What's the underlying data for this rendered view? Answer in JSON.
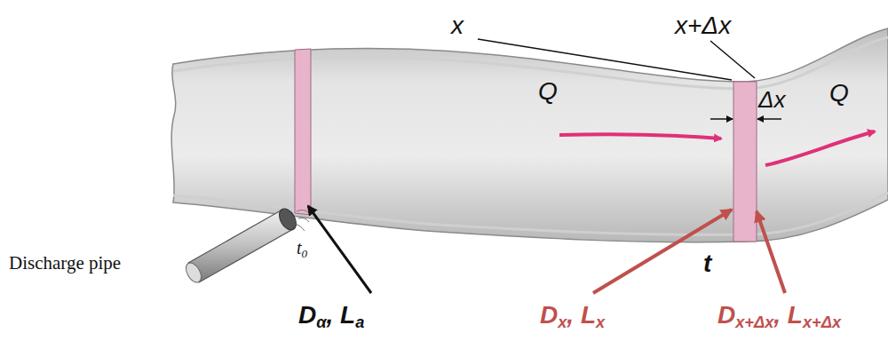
{
  "diagram": {
    "labels": [
      "x",
      "x+Δx",
      "Δx",
      "Q",
      "Q",
      "Discharge pipe",
      "t0",
      "t",
      "Dα, La",
      "Dx, Lx",
      "Dx+Δx, Lx+Δx"
    ]
  }
}
